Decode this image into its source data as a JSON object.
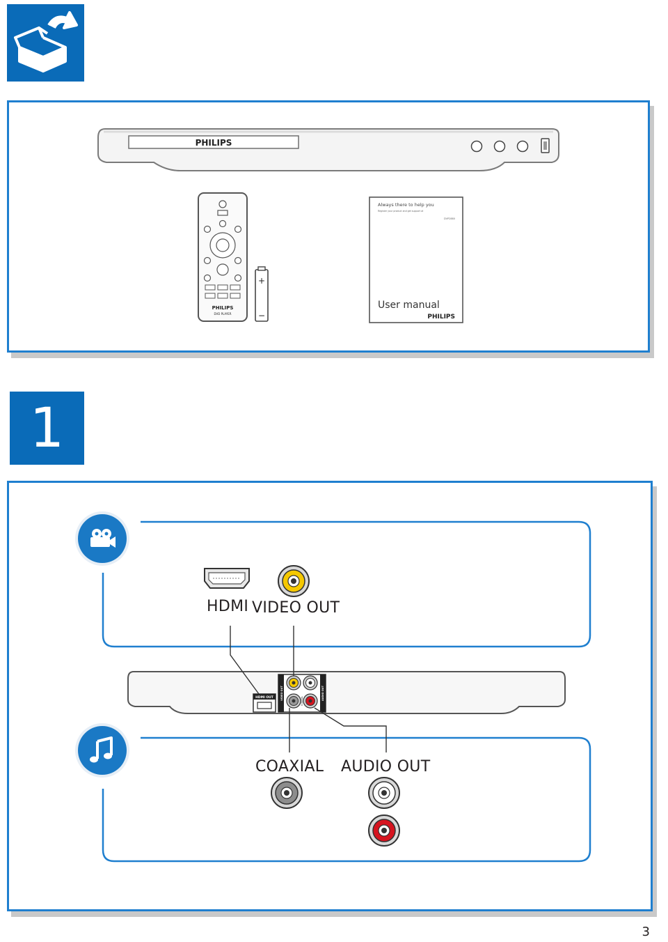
{
  "header": {
    "box_icon": "unbox-icon",
    "step_number": "1"
  },
  "contents_panel": {
    "player_brand": "PHILIPS",
    "remote_brand": "PHILIPS",
    "remote_model_line": "DVD PLAYER",
    "battery_plus": "+",
    "battery_minus": "−",
    "manual_tagline": "Always there to help you",
    "manual_subline": "Register your product and get support at",
    "manual_model": "DVP2880",
    "manual_title": "User manual",
    "manual_brand": "PHILIPS"
  },
  "connection_panel": {
    "video_icon": "video-camera-icon",
    "audio_icon": "music-note-icon",
    "label_hdmi": "HDMI",
    "label_video_out": "VIDEO OUT",
    "label_coaxial": "COAXIAL",
    "label_audio_out": "AUDIO OUT",
    "jack_label_hdmi_out": "HDMI OUT",
    "jack_label_video": "VIDEO OUT",
    "jack_label_coaxial": "COAXIAL",
    "jack_label_audio": "AUDIO OUT"
  },
  "footer": {
    "page_number": "3"
  },
  "colors": {
    "brand_blue": "#0a6bb8",
    "panel_border": "#1f7fcf",
    "rca_yellow": "#f5c800",
    "rca_red": "#d6141f"
  }
}
